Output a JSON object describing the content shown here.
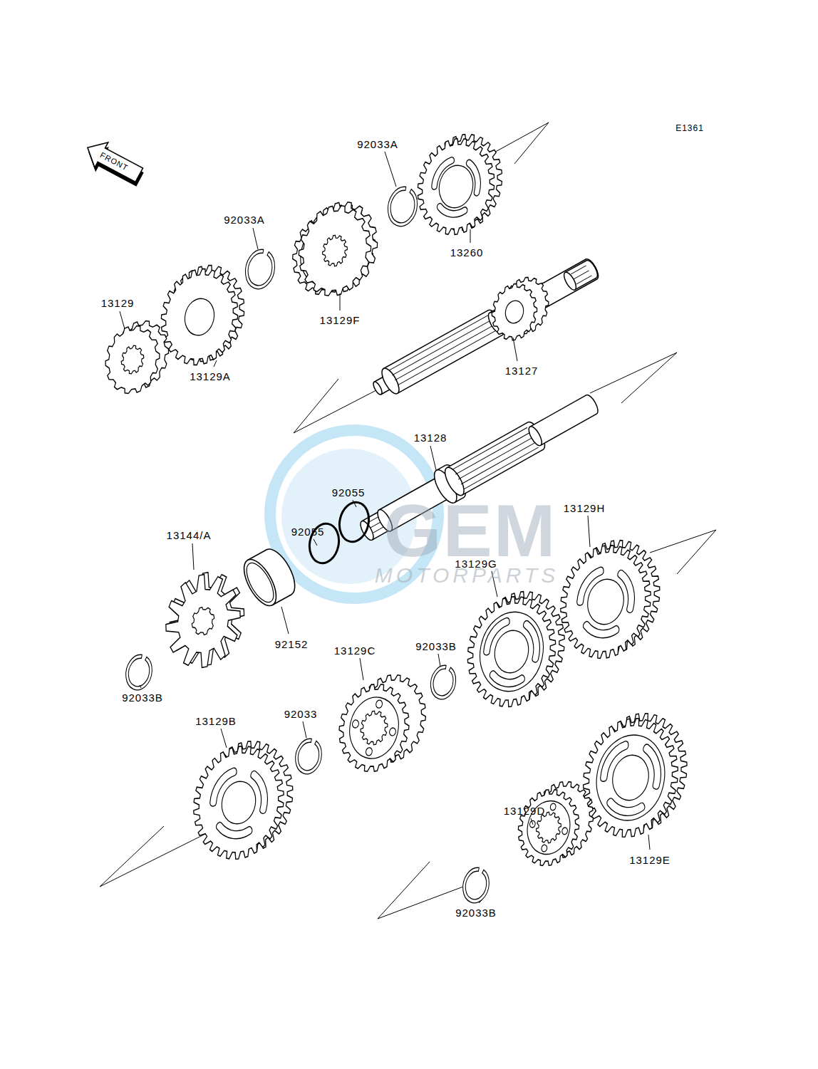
{
  "diagram": {
    "labels": [
      "E1361",
      "FRONT",
      "92033A",
      "92033A",
      "13260",
      "13129",
      "13129F",
      "13129A",
      "13127",
      "13128",
      "92055",
      "92055",
      "13144/A",
      "13129H",
      "13129G",
      "92152",
      "13129C",
      "92033B",
      "92033B",
      "13129B",
      "92033",
      "13129D",
      "13129E",
      "92033B",
      "GEM",
      "MOTORPARTS"
    ]
  }
}
